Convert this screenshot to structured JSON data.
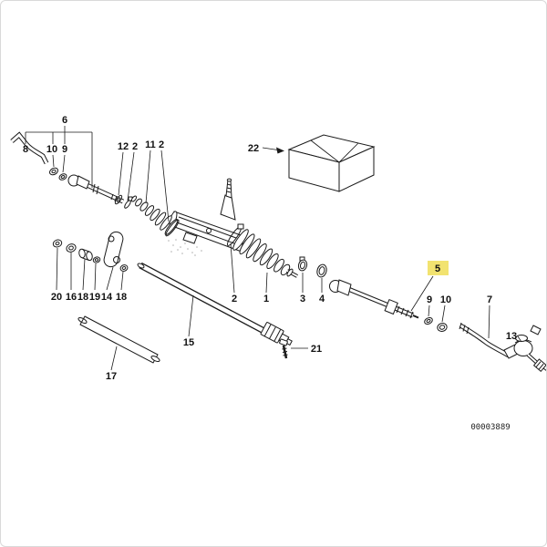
{
  "meta": {
    "doc_number": "00003889"
  },
  "diagram": {
    "highlight_color": "#f2e370",
    "stroke_color": "#1a1a1a",
    "callouts": [
      {
        "id": "callout-6",
        "label": "6"
      },
      {
        "id": "callout-8",
        "label": "8"
      },
      {
        "id": "callout-10-left",
        "label": "10"
      },
      {
        "id": "callout-9-left",
        "label": "9"
      },
      {
        "id": "callout-12",
        "label": "12"
      },
      {
        "id": "callout-2-a",
        "label": "2"
      },
      {
        "id": "callout-11",
        "label": "11"
      },
      {
        "id": "callout-2-b",
        "label": "2"
      },
      {
        "id": "callout-22",
        "label": "22"
      },
      {
        "id": "callout-2-c",
        "label": "2"
      },
      {
        "id": "callout-1",
        "label": "1"
      },
      {
        "id": "callout-3",
        "label": "3"
      },
      {
        "id": "callout-4",
        "label": "4"
      },
      {
        "id": "callout-5",
        "label": "5",
        "highlighted": true
      },
      {
        "id": "callout-9-right",
        "label": "9"
      },
      {
        "id": "callout-10-right",
        "label": "10"
      },
      {
        "id": "callout-7",
        "label": "7"
      },
      {
        "id": "callout-13",
        "label": "13"
      },
      {
        "id": "callout-20",
        "label": "20"
      },
      {
        "id": "callout-16",
        "label": "16"
      },
      {
        "id": "callout-18-a",
        "label": "18"
      },
      {
        "id": "callout-19",
        "label": "19"
      },
      {
        "id": "callout-14",
        "label": "14"
      },
      {
        "id": "callout-18-b",
        "label": "18"
      },
      {
        "id": "callout-15",
        "label": "15"
      },
      {
        "id": "callout-17",
        "label": "17"
      },
      {
        "id": "callout-21",
        "label": "21"
      }
    ]
  }
}
